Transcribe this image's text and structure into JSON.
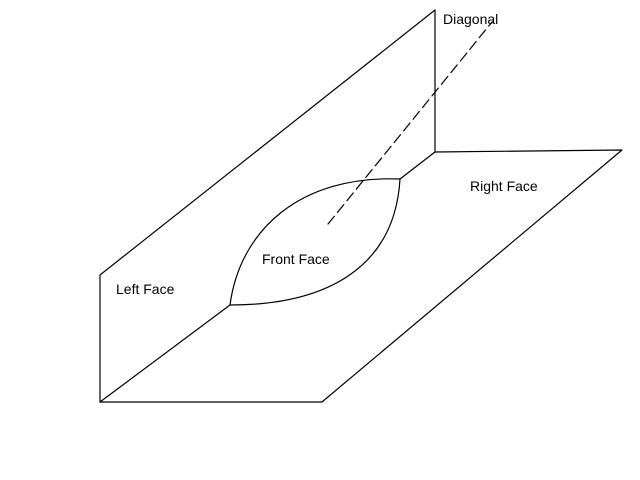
{
  "labels": {
    "diagonal": "Diagonal",
    "right_face": "Right Face",
    "front_face": "Front Face",
    "left_face": "Left Face"
  },
  "colors": {
    "stroke": "#000000",
    "background": "#ffffff"
  }
}
